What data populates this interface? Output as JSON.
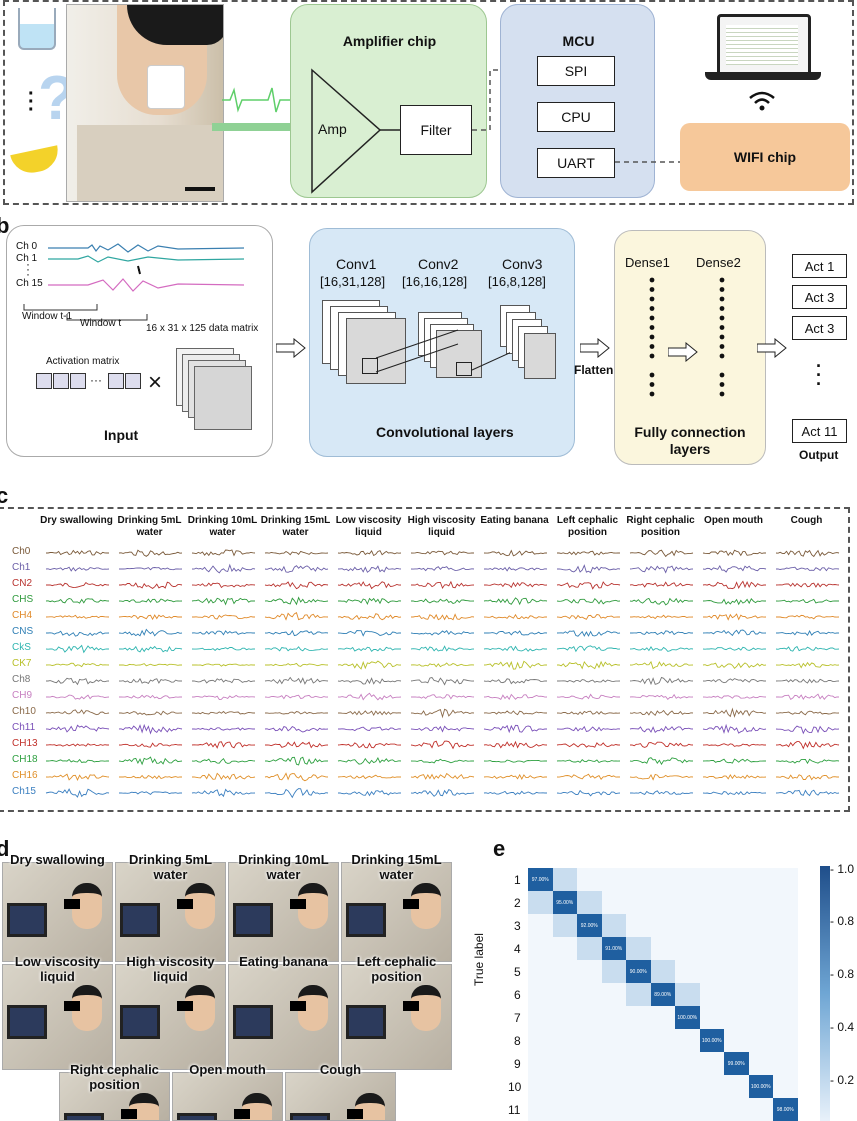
{
  "panel_a": {
    "amplifier_title": "Amplifier chip",
    "amp_label": "Amp",
    "filter_label": "Filter",
    "mcu_title": "MCU",
    "mcu_blocks": [
      "SPI",
      "CPU",
      "UART"
    ],
    "wifi_label": "WIFI chip"
  },
  "panel_b": {
    "letter": "b",
    "channels": [
      "Ch 0",
      "Ch 1",
      "Ch 15"
    ],
    "window_prev": "Window t-1",
    "window_cur": "Window t",
    "matrix_label": "16 x 31 x 125 data matrix",
    "activation_label": "Activation matrix",
    "input_label": "Input",
    "conv_layers": [
      {
        "name": "Conv1",
        "shape": "[16,31,128]"
      },
      {
        "name": "Conv2",
        "shape": "[16,16,128]"
      },
      {
        "name": "Conv3",
        "shape": "[16,8,128]"
      }
    ],
    "conv_title": "Convolutional layers",
    "flatten_label": "Flatten",
    "dense": [
      "Dense1",
      "Dense2"
    ],
    "fc_title": "Fully connection layers",
    "outputs": [
      "Act 1",
      "Act 3",
      "Act 3",
      "Act 11"
    ],
    "output_label": "Output"
  },
  "panel_c": {
    "letter": "c",
    "activities": [
      "Dry swallowing",
      "Drinking 5mL water",
      "Drinking 10mL water",
      "Drinking 15mL water",
      "Low viscosity liquid",
      "High viscosity liquid",
      "Eating banana",
      "Left cephalic position",
      "Right cephalic position",
      "Open mouth",
      "Cough"
    ],
    "channels": [
      "Ch0",
      "Ch1",
      "CN2",
      "CHS",
      "CH4",
      "CNS",
      "CkS",
      "CK7",
      "Ch8",
      "CH9",
      "Ch10",
      "Ch11",
      "CH13",
      "CH18",
      "CH16",
      "Ch15"
    ],
    "colors": [
      "#7a5a3a",
      "#6b5fa8",
      "#b8332f",
      "#2e9a3c",
      "#e08a2a",
      "#2f7fb5",
      "#2fb5b0",
      "#b8c02a",
      "#777777",
      "#c77fc0",
      "#8a6a4a",
      "#7a50b8",
      "#c0302a",
      "#2ea040",
      "#e0902a",
      "#3b7fc0"
    ]
  },
  "panel_d": {
    "letter": "d",
    "captions": [
      "Dry swallowing",
      "Drinking 5mL water",
      "Drinking 10mL water",
      "Drinking 15mL water",
      "Low viscosity liquid",
      "High viscosity liquid",
      "Eating banana",
      "Left cephalic position",
      "Right cephalic position",
      "Open mouth",
      "Cough"
    ]
  },
  "panel_e": {
    "letter": "e",
    "ylabel": "True label",
    "row_labels": [
      "1",
      "2",
      "3",
      "4",
      "5",
      "6",
      "7",
      "8",
      "9",
      "10",
      "11"
    ],
    "colorbar_ticks": [
      "1.0",
      "0.8",
      "0.8",
      "0.4",
      "0.2"
    ],
    "diagonal_text": [
      "97.00%",
      "95.00%",
      "92.00%",
      "91.00%",
      "90.00%",
      "89.00%",
      "100.00%",
      "100.00%",
      "99.00%",
      "100.00%",
      "98.00%"
    ],
    "accent": "#1f5fa0"
  }
}
